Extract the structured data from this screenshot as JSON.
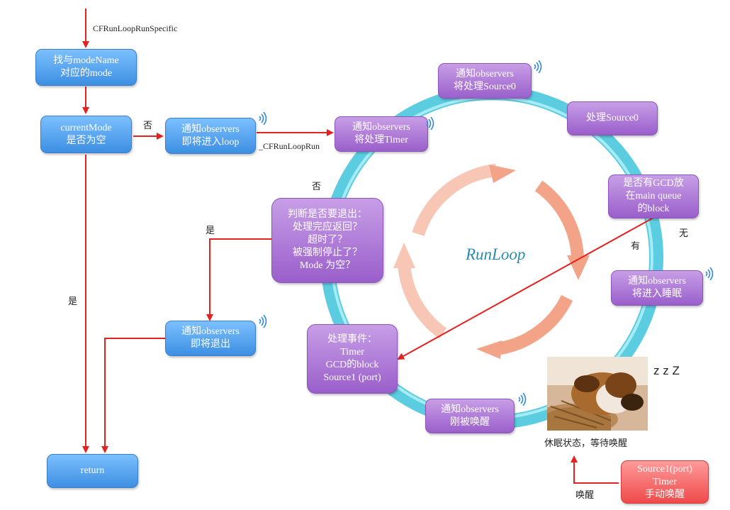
{
  "nodes": {
    "find_mode": [
      "找与modeName",
      "对应的mode"
    ],
    "current_mode": [
      "currentMode",
      "是否为空"
    ],
    "notify_enter_loop": [
      "通知observers",
      "即将进入loop"
    ],
    "notify_timer": [
      "通知observers",
      "将处理Timer"
    ],
    "notify_source0": [
      "通知observers",
      "将处理Source0"
    ],
    "process_source0": [
      "处理Source0"
    ],
    "gcd_check": [
      "是否有GCD放",
      "在main queue",
      "的block"
    ],
    "notify_sleep": [
      "通知observers",
      "将进入睡眠"
    ],
    "judge_exit": [
      "判断是否要退出：",
      "处理完应返回？",
      "超时了？",
      "被强制停止了？",
      "Mode  为空？"
    ],
    "notify_exit": [
      "通知observers",
      "即将退出"
    ],
    "handle_event": [
      "处理事件：",
      "Timer",
      "GCD的block",
      "Source1 (port)"
    ],
    "notify_wake": [
      "通知observers",
      "刚被唤醒"
    ],
    "return": [
      "return"
    ],
    "wake_sources": [
      "Source1(port)",
      "Timer",
      "手动唤醒"
    ]
  },
  "labels": {
    "entry": "CFRunLoopRunSpecific",
    "no_empty": "否",
    "cf_run": "_CFRunLoopRun",
    "no_exit": "否",
    "yes_exit": "是",
    "yes_empty": "是",
    "yes_gcd": "有",
    "no_gcd": "无",
    "center": "RunLoop",
    "sleep_state": "休眠状态，等待唤醒",
    "wake": "唤醒",
    "zzz": "z z Z"
  },
  "colors": {
    "arrow": "#e42222",
    "ring": "#5ccde1",
    "blue_box": "#4a9ae8",
    "purple_box": "#a56dd1",
    "red_box": "#f05a5a",
    "inner_arrows": "#f29a7c"
  }
}
